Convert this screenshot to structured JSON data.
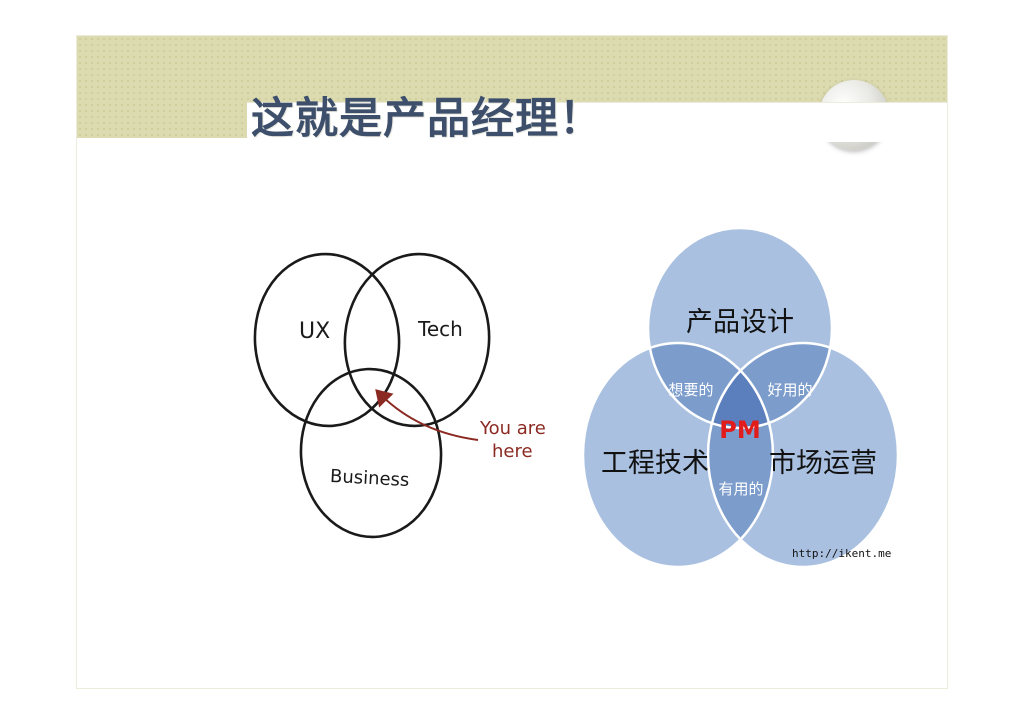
{
  "slide": {
    "title": "这就是产品经理！"
  },
  "left_diagram": {
    "circles": [
      "UX",
      "Tech",
      "Business"
    ],
    "annotation": [
      "You are",
      "here"
    ],
    "ink_color": "#1a1a1a",
    "arrow_color": "#8b2a22"
  },
  "right_diagram": {
    "circles": [
      "产品设计",
      "工程技术",
      "市场运营"
    ],
    "overlaps": {
      "design_engineering": "想要的",
      "design_marketing": "好用的",
      "engineering_marketing": "有用的"
    },
    "center": "PM",
    "watermark": "http://ikent.me",
    "circle_color": "#a9c0e0",
    "overlap_color": "#7c9dcc",
    "center_color": "#5b7fbd",
    "center_text_color": "#e21b1b"
  }
}
